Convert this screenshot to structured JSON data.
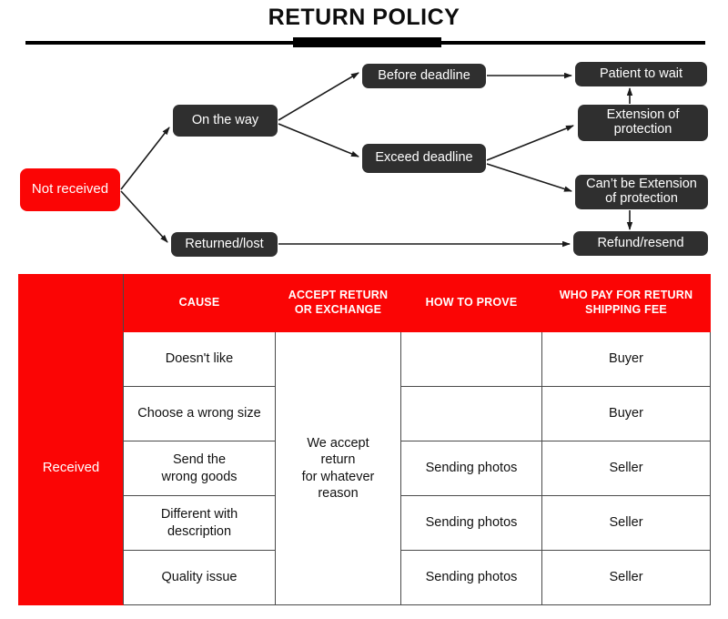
{
  "title": "RETURN POLICY",
  "flow": {
    "nodes": [
      {
        "id": "not-received",
        "label": "Not received",
        "kind": "start"
      },
      {
        "id": "on-the-way",
        "label": "On the way",
        "kind": "step"
      },
      {
        "id": "returned-lost",
        "label": "Returned/lost",
        "kind": "step"
      },
      {
        "id": "before-deadline",
        "label": "Before deadline",
        "kind": "step"
      },
      {
        "id": "exceed-deadline",
        "label": "Exceed deadline",
        "kind": "step"
      },
      {
        "id": "patient-to-wait",
        "label": "Patient to wait",
        "kind": "step"
      },
      {
        "id": "extension-protection",
        "label": "Extension of\nprotection",
        "kind": "step"
      },
      {
        "id": "cant-be-extension",
        "label": "Can’t be Extension\nof protection",
        "kind": "step"
      },
      {
        "id": "refund-resend",
        "label": "Refund/resend",
        "kind": "step"
      }
    ],
    "edges": [
      {
        "from": "not-received",
        "to": "on-the-way"
      },
      {
        "from": "not-received",
        "to": "returned-lost"
      },
      {
        "from": "on-the-way",
        "to": "before-deadline"
      },
      {
        "from": "on-the-way",
        "to": "exceed-deadline"
      },
      {
        "from": "before-deadline",
        "to": "patient-to-wait"
      },
      {
        "from": "exceed-deadline",
        "to": "extension-protection"
      },
      {
        "from": "exceed-deadline",
        "to": "cant-be-extension"
      },
      {
        "from": "extension-protection",
        "to": "patient-to-wait"
      },
      {
        "from": "cant-be-extension",
        "to": "refund-resend"
      },
      {
        "from": "returned-lost",
        "to": "refund-resend"
      }
    ]
  },
  "table": {
    "headers": {
      "corner": "",
      "cause": "CAUSE",
      "accept": "ACCEPT RETURN\nOR EXCHANGE",
      "prove": "HOW TO PROVE",
      "pay": "WHO PAY FOR RETURN\nSHIPPING FEE"
    },
    "row_group_label": "Received",
    "accept_value": "We accept\nreturn\nfor whatever\nreason",
    "rows": [
      {
        "cause": "Doesn't like",
        "prove": "",
        "pay": "Buyer"
      },
      {
        "cause": "Choose a wrong size",
        "prove": "",
        "pay": "Buyer"
      },
      {
        "cause": "Send the\nwrong goods",
        "prove": "Sending photos",
        "pay": "Seller"
      },
      {
        "cause": "Different with\ndescription",
        "prove": "Sending photos",
        "pay": "Seller"
      },
      {
        "cause": "Quality issue",
        "prove": "Sending photos",
        "pay": "Seller"
      }
    ]
  },
  "colors": {
    "brand_red": "#FB0505",
    "node_dark": "#2F2F2F",
    "rule_black": "#000000",
    "grid_gray": "#4A4A4A"
  }
}
